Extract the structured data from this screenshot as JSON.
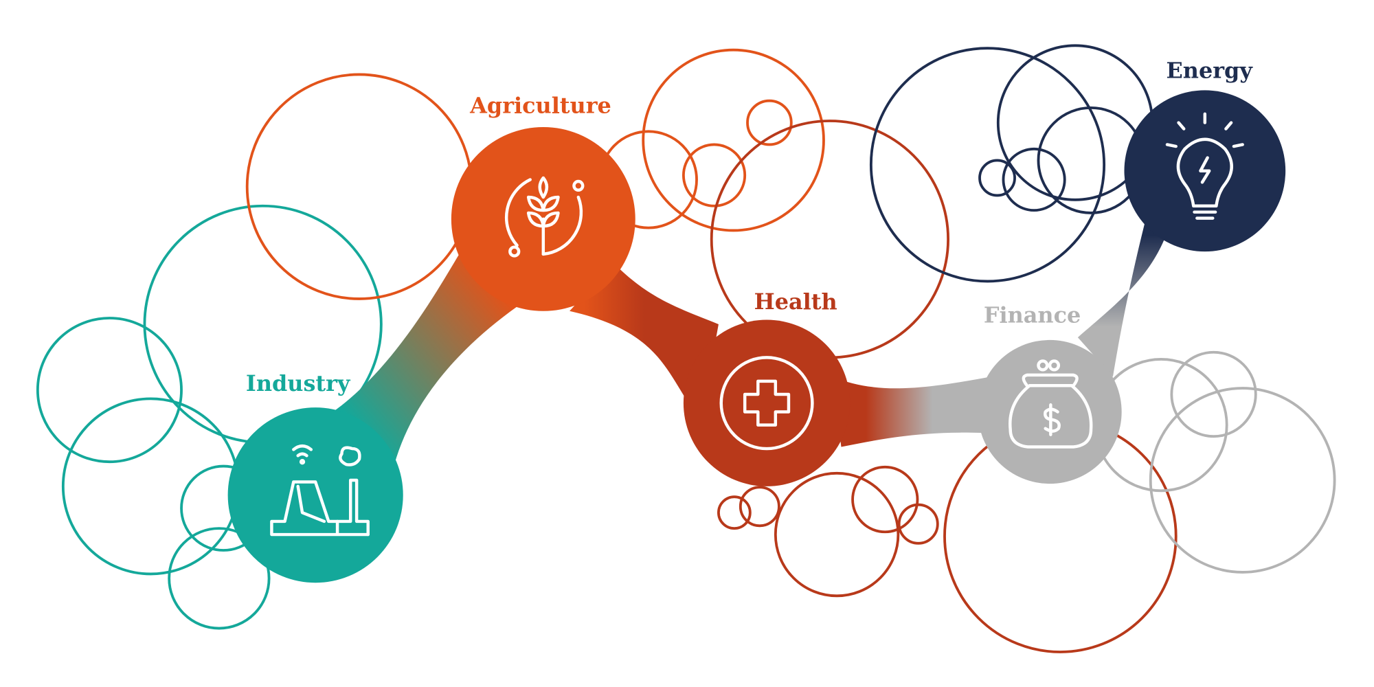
{
  "sectors": [
    {
      "id": "industry",
      "label": "Industry",
      "color": "#14a89a",
      "icon": "factory-icon"
    },
    {
      "id": "agriculture",
      "label": "Agriculture",
      "color": "#e2531a",
      "icon": "wheat-icon"
    },
    {
      "id": "health",
      "label": "Health",
      "color": "#b8391a",
      "icon": "medical-cross-icon"
    },
    {
      "id": "finance",
      "label": "Finance",
      "color": "#b3b3b3",
      "icon": "money-bag-icon"
    },
    {
      "id": "energy",
      "label": "Energy",
      "color": "#1e2d4f",
      "icon": "lightbulb-icon"
    }
  ]
}
